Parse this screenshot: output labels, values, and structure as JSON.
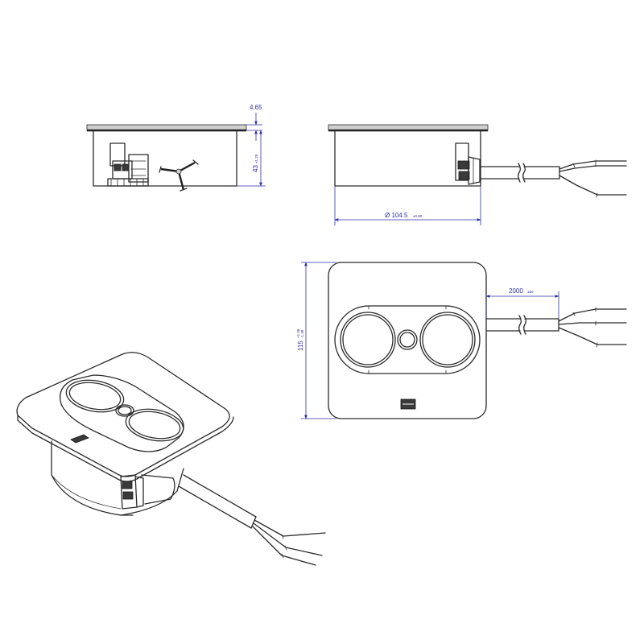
{
  "dimensions": {
    "top_thickness": {
      "value": "4.65"
    },
    "height": {
      "value": "43",
      "tolerance": "±1.20"
    },
    "diameter": {
      "value": "Ø 104.5",
      "tolerance": "±0.80"
    },
    "cable_length": {
      "value": "2000",
      "tolerance": "±50"
    },
    "width": {
      "value": "115",
      "tolerance_upper": "+1.38",
      "tolerance_lower": "-1.38"
    }
  },
  "colors": {
    "line": "#2a2a2a",
    "dimension": "#2e2ea8"
  }
}
